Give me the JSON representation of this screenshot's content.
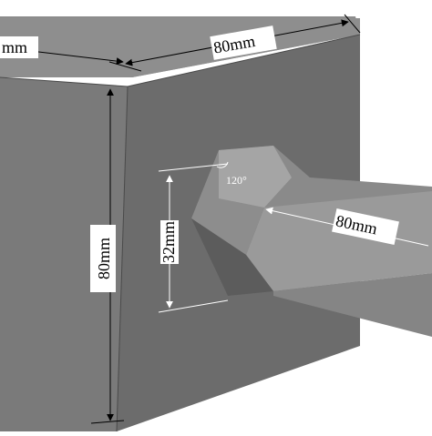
{
  "diagram": {
    "labels": {
      "top_left_width": "mm",
      "top_right_width": "80mm",
      "height": "80mm",
      "hex_height": "32mm",
      "hex_angle": "120°",
      "rod_length": "80mm"
    },
    "colors": {
      "background": "#ffffff",
      "cube_top": "#8c8c8c",
      "cube_left": "#808080",
      "cube_front": "#6a6a6a",
      "rod": "#8c8c8c",
      "edge": "#000000"
    }
  }
}
